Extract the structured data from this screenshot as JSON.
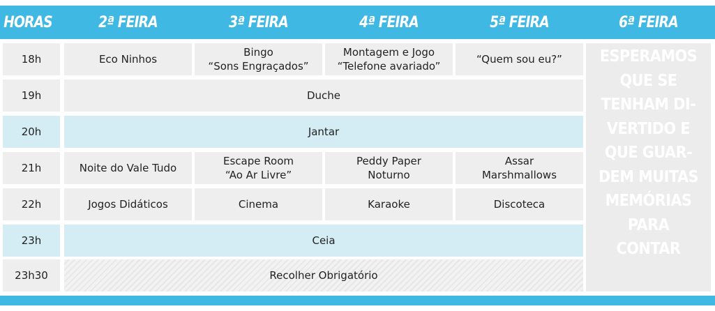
{
  "header": {
    "horas": "HORAS",
    "days": [
      "2ª FEIRA",
      "3ª FEIRA",
      "4ª FEIRA",
      "5ª FEIRA",
      "6ª FEIRA"
    ]
  },
  "hours": [
    "18h",
    "19h",
    "20h",
    "21h",
    "22h",
    "23h",
    "23h30"
  ],
  "rows": {
    "r18": [
      "Eco Ninhos",
      "Bingo\n“Sons Engraçados”",
      "Montagem e Jogo\n“Telefone avariado”",
      "“Quem sou eu?”"
    ],
    "r19": "Duche",
    "r20": "Jantar",
    "r21": [
      "Noite do Vale Tudo",
      "Escape Room\n“Ao Ar Livre”",
      "Peddy Paper\nNoturno",
      "Assar\nMarshmallows"
    ],
    "r22": [
      "Jogos Didáticos",
      "Cinema",
      "Karaoke",
      "Discoteca"
    ],
    "r23": "Ceia",
    "r2330": "Recolher Obrigatório"
  },
  "friday_message": "ESPERAMOS\nQUE SE\nTENHAM DI-\nVERTIDO E\nQUE GUAR-\nDEM MUITAS\nMEMÓRIAS\nPARA\nCONTAR",
  "colors": {
    "header_blue": "#3fb8e3",
    "row_blue": "#d4ecf3",
    "cell_grey": "#eeeeee"
  }
}
